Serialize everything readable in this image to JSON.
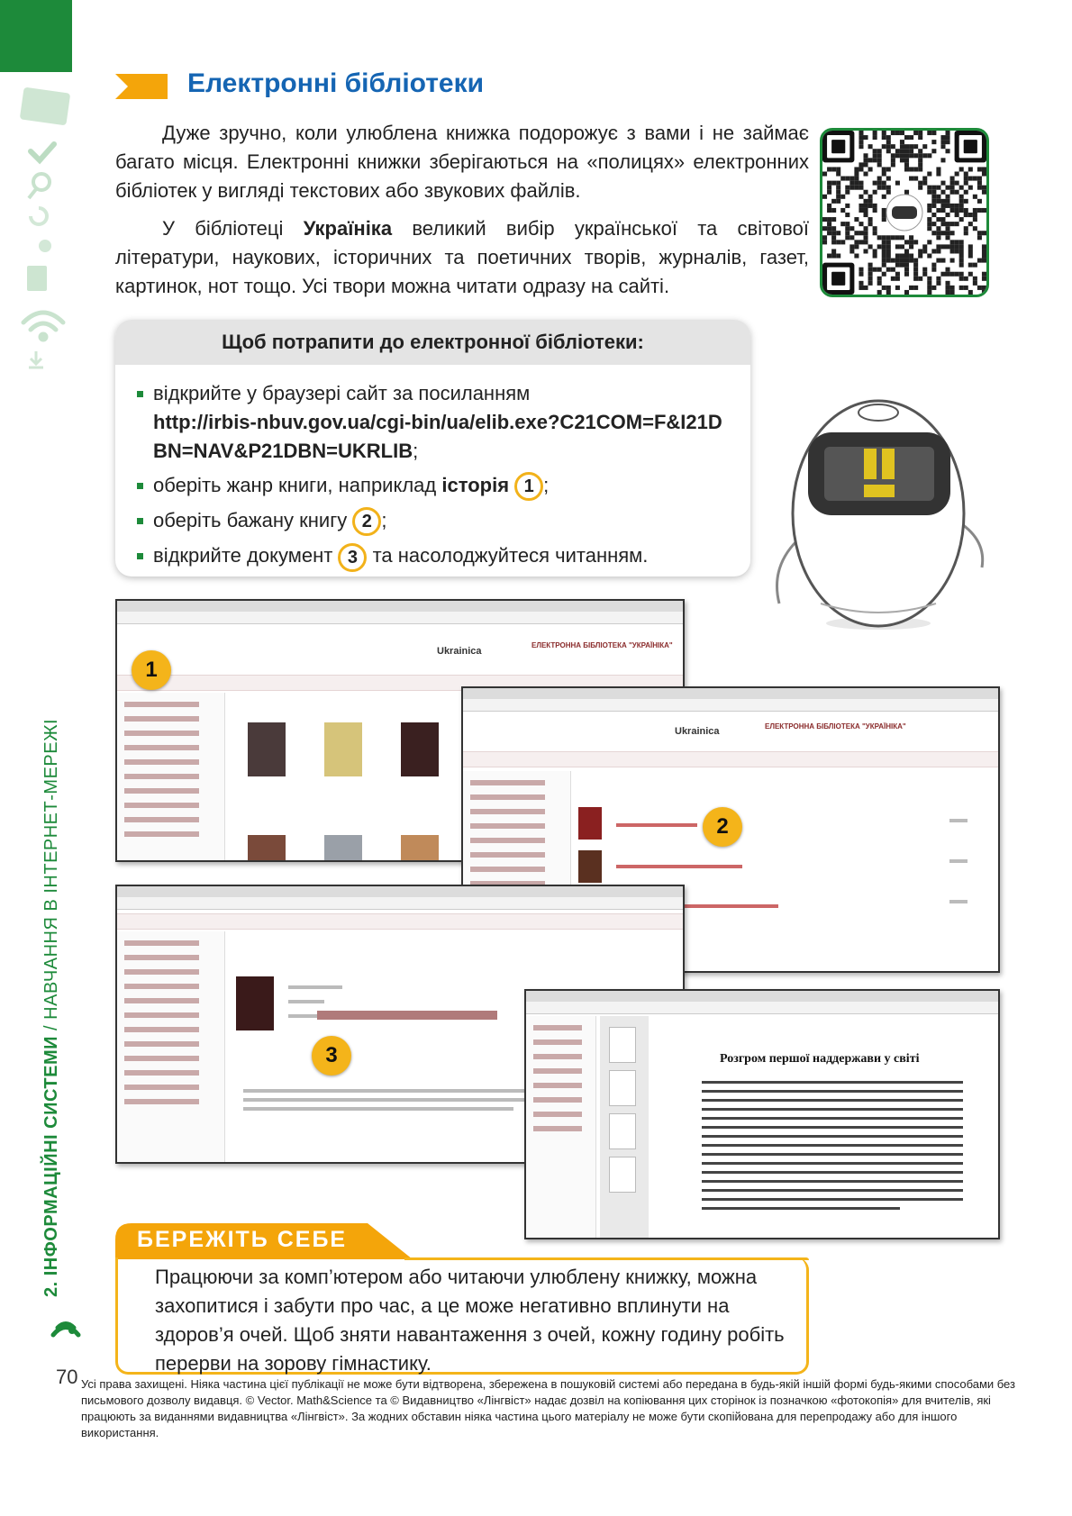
{
  "heading": "Електронні бібліотеки",
  "intro": {
    "p1": "Дуже зручно, коли улюблена книжка подорожує з вами і не займає багато місця. Електронні книжки зберігаються на «полицях» електронних бібліотек у вигляді текстових або звукових файлів.",
    "p2_prefix": "У бібліотеці ",
    "p2_bold": "Україніка",
    "p2_rest": " великий вибір української та світової літератури, наукових, історичних та поетичних творів, журналів, газет, картинок, нот тощо. Усі твори можна читати одразу на сайті."
  },
  "instructions": {
    "title": "Щоб потрапити до електронної бібліотеки:",
    "step1_text": "відкрийте у браузері сайт за посиланням",
    "step1_url": "http://irbis-nbuv.gov.ua/cgi-bin/ua/elib.exe?C21COM=F&I21DBN=NAV&P21DBN=UKRLIB",
    "step1_end": ";",
    "step2_text": "оберіть жанр книги, наприклад ",
    "step2_bold": "історія",
    "step2_num": "1",
    "step2_end": ";",
    "step3_text": "оберіть бажану книгу",
    "step3_num": "2",
    "step3_end": ";",
    "step4_text": "відкрийте документ",
    "step4_num": "3",
    "step4_end": "та насолоджуйтеся читанням."
  },
  "screenshots": {
    "logo": "Ukrainica",
    "library_name": "ЕЛЕКТРОННА БІБЛІОТЕКА \"УКРАЇНІКА\"",
    "marker1": "1",
    "marker2": "2",
    "marker3": "3",
    "doc_title": "Розгром першої наддержави у світі"
  },
  "care": {
    "title": "БЕРЕЖІТЬ СЕБЕ",
    "text": "Працюючи за комп’ютером або читаючи улюблену книжку, можна захопитися і забути про час, а це може негативно вплинути на здоров’я очей. Щоб зняти навантаження з очей, кожну годину робіть перерви на зорову гімнастику."
  },
  "chapter": {
    "bold": "2. ІНФОРМАЦІЙНІ СИСТЕМИ",
    "plain": " / НАВЧАННЯ В ІНТЕРНЕТ-МЕРЕЖІ"
  },
  "page_number": "70",
  "legal": "Усі права захищені. Ніяка частина цієї публікації не може бути відтворена, збережена в пошуковій системі або передана в будь-якій іншій формі будь-якими способами без письмового дозволу видавця. © Vector. Math&Science та © Видавництво «Лінгвіст» надає дозвіл на копіювання цих сторінок із позначкою «фотокопія» для вчителів, які працюють за виданнями видавництва «Лінгвіст». За жодних обставин ніяка частина цього матеріалу не може бути скопійована для перепродажу або для іншого використання.",
  "colors": {
    "green": "#1d8a3a",
    "blue": "#1565b3",
    "orange": "#f4b41a"
  }
}
